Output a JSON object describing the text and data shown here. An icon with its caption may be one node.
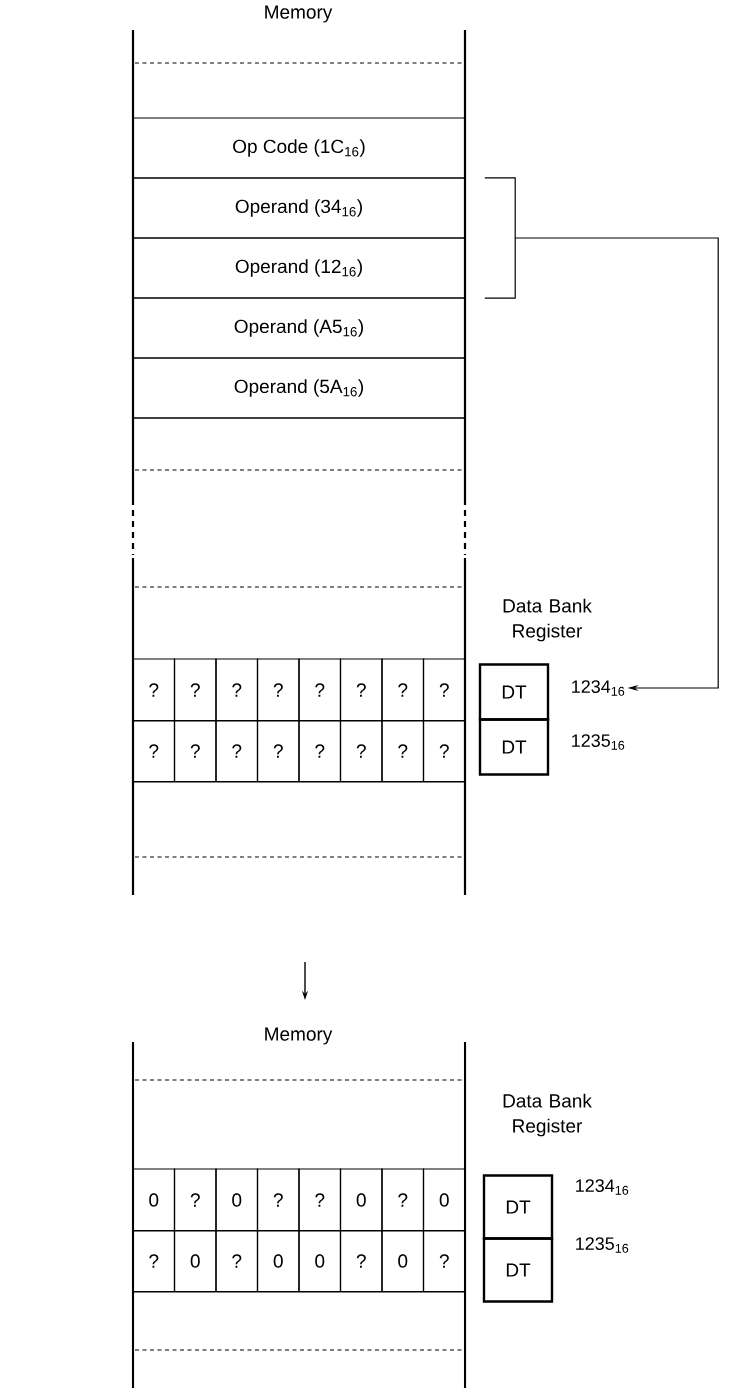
{
  "diagram": {
    "nodes": [
      {
        "text": [
          "Op Code (1C$_{16}$)"
        ]
      },
      {
        "text": [
          "Operand (34$_{16}$)"
        ]
      },
      {
        "text": [
          "Operand (12$_{16}$)"
        ]
      },
      {
        "text": [
          "Operand (A5$_{16}$)"
        ]
      },
      {
        "text": [
          "Operand (5A$_{16}$)"
        ]
      },
      {
        "text": [],
        "shape": "bracket"
      },
      {
        "text": [
          "DT"
        ]
      },
      {
        "text": [
          "1234$_{16}$"
        ]
      },
      {
        "text": [
          "DT"
        ]
      },
      {
        "text": [
          "1235$_{16}$"
        ]
      },
      {
        "text": [
          "DT"
        ]
      },
      {
        "text": [
          "1234$_{16}$"
        ]
      },
      {
        "text": [
          "DT"
        ]
      },
      {
        "text": [
          "1235$_{16}$"
        ]
      }
    ],
    "edges": [
      {
        "from": 5,
        "to": 7,
        "arrow": "to"
      }
    ],
    "labels": [
      "Memory",
      "Data Bank Register",
      "?",
      "?",
      "?",
      "?",
      "?",
      "?",
      "?",
      "?",
      "?",
      "?",
      "?",
      "?",
      "?",
      "?",
      "?",
      "?",
      "Memory",
      "Data Bank Register",
      "0",
      "?",
      "0",
      "?",
      "?",
      "0",
      "?",
      "0",
      "?",
      "0",
      "?",
      "0",
      "0",
      "?",
      "0",
      "?"
    ]
  }
}
